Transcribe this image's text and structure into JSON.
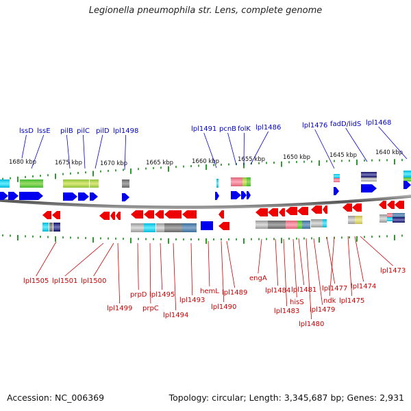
{
  "title": "Legionella pneumophila str. Lens, complete genome",
  "footer": {
    "accession": "Accession: NC_006369",
    "summary": "Topology: circular; Length: 3,345,687 bp; Genes: 2,931"
  },
  "colors": {
    "forward_gene": "#0000ee",
    "reverse_gene": "#ee0000",
    "backbone": "#888888",
    "scale_tick": "#2a9a2a",
    "forward_label": "#0000cc",
    "reverse_label": "#cc0000"
  },
  "scale_labels": [
    "1680 kbp",
    "1675 kbp",
    "1670 kbp",
    "1665 kbp",
    "1660 kbp",
    "1655 kbp",
    "1650 kbp",
    "1645 kbp",
    "1640 kbp"
  ],
  "forward_genes": [
    "lssD",
    "lssE",
    "pilB",
    "pilC",
    "pilD",
    "lpl1498",
    "lpl1491",
    "pcnB",
    "folK",
    "lpl1486",
    "lpl1476",
    "fadD/lidS",
    "lpl1468"
  ],
  "reverse_genes": [
    "lpl1505",
    "lpl1501",
    "lpl1500",
    "lpl1499",
    "prpD",
    "prpC",
    "lpl1495",
    "lpl1494",
    "lpl1493",
    "hemL",
    "lpl1490",
    "lpl1489",
    "engA",
    "lpl1484",
    "lpl1483",
    "hisS",
    "lpl1481",
    "lpl1480",
    "lpl1479",
    "lpl1477",
    "ndk",
    "lpl1475",
    "lpl1474",
    "lpl1473"
  ]
}
